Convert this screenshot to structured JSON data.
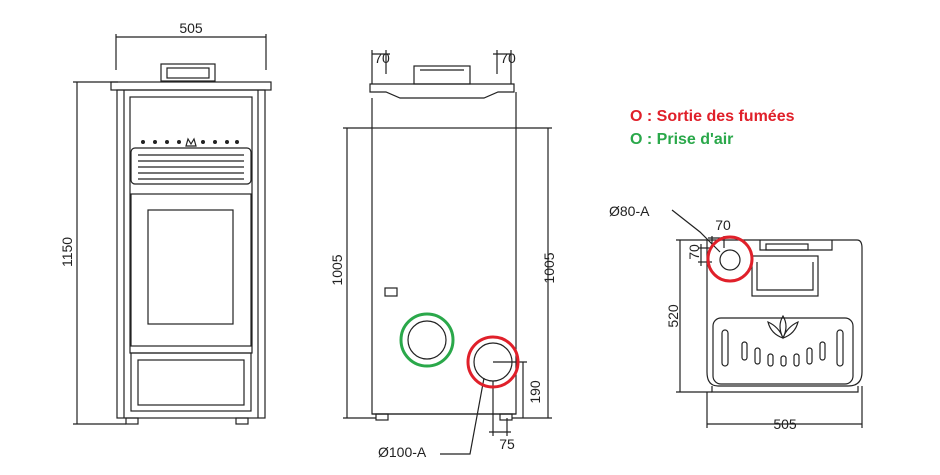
{
  "legend": {
    "items": [
      {
        "marker": "O",
        "separator": " : ",
        "label": "Sortie des fumées",
        "color": "#e0202a"
      },
      {
        "marker": "O",
        "separator": " : ",
        "label": "Prise d'air",
        "color": "#2aa84a"
      }
    ]
  },
  "front_view": {
    "width_label": "505",
    "height_label": "1150"
  },
  "side_view": {
    "offset_left_label": "70",
    "offset_right_label": "70",
    "height_left_label": "1005",
    "height_right_label": "1005",
    "outlet_height_label": "190",
    "outlet_offset_label": "75",
    "outlet_diameter_label": "Ø100-A"
  },
  "top_view": {
    "diameter_label": "Ø80-A",
    "offset_x_label": "70",
    "offset_y_label": "70",
    "depth_label": "520",
    "width_label": "505"
  },
  "colors": {
    "outline": "#222222",
    "fumes_circle": "#e0202a",
    "air_circle": "#2aa84a"
  }
}
